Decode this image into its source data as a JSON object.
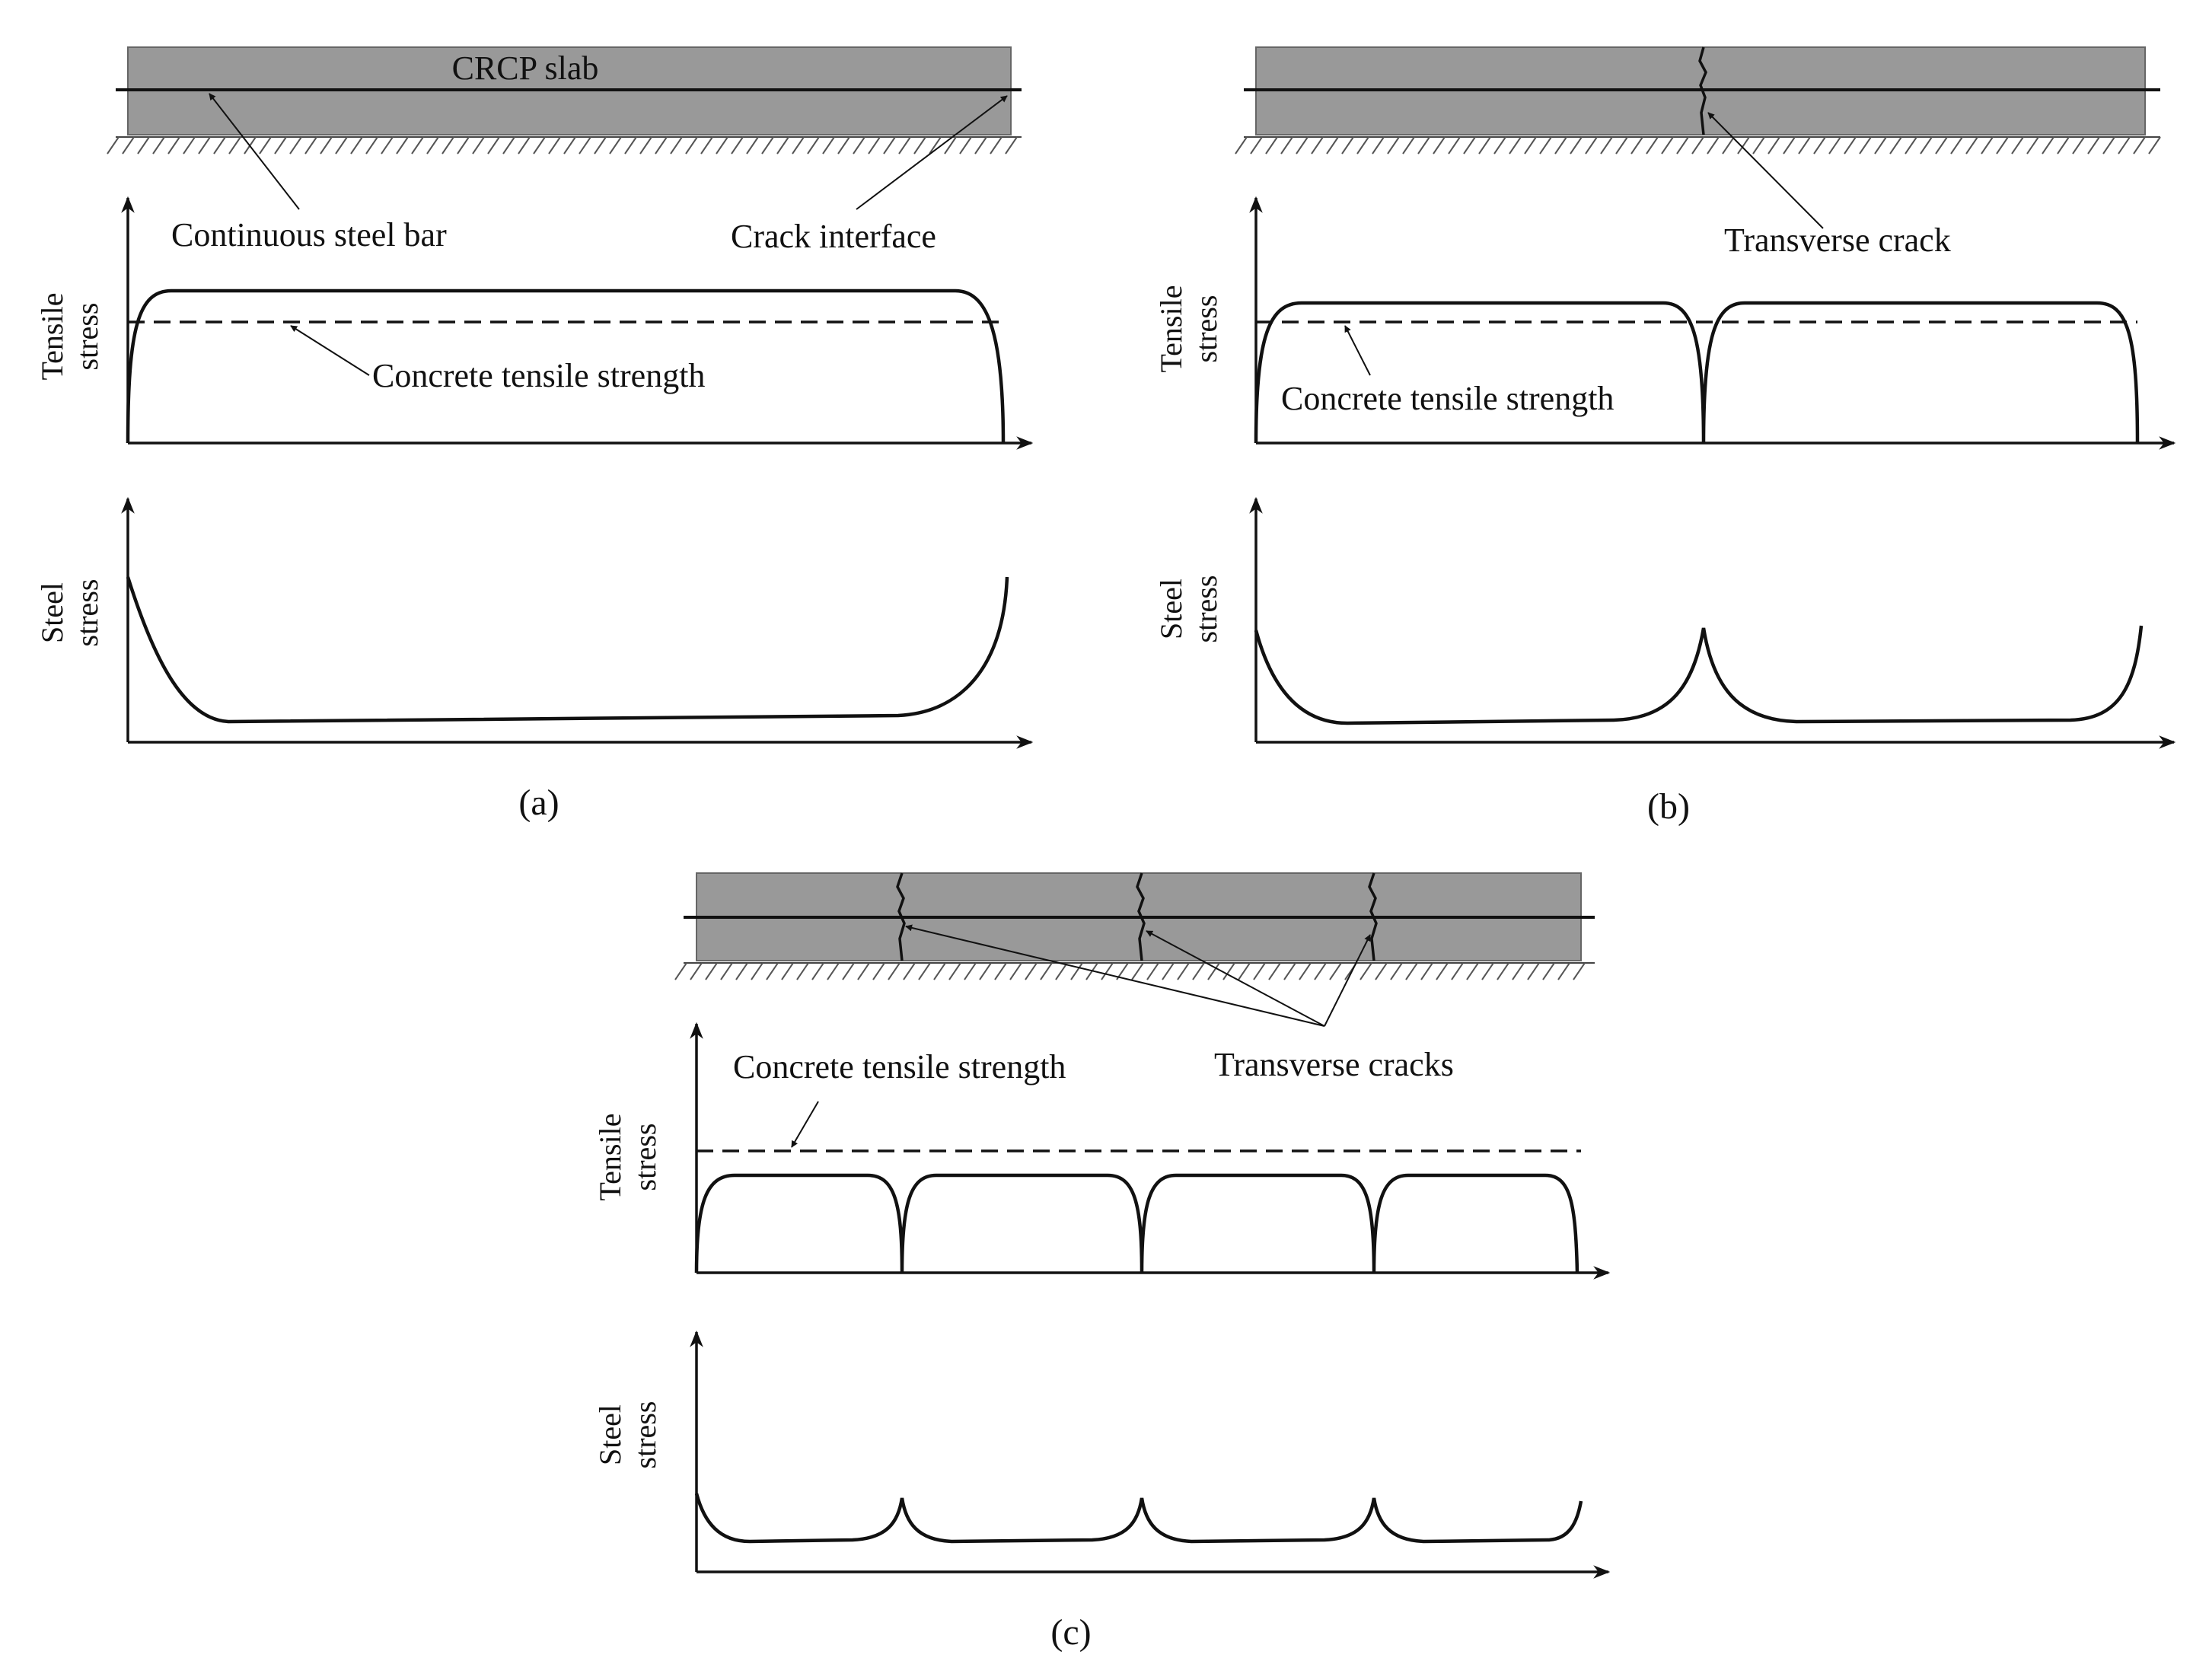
{
  "colors": {
    "slab": "#999999",
    "ink": "#111111",
    "background": "#ffffff"
  },
  "panels": [
    {
      "id": "a",
      "caption": "(a)",
      "cracks": 0,
      "labels": {
        "slab": "CRCP slab",
        "bar": "Continuous steel bar",
        "crack_interface": "Crack interface",
        "strength": "Concrete tensile strength",
        "tensile_axis": [
          "Tensile",
          "stress"
        ],
        "steel_axis": [
          "Steel",
          "stress"
        ]
      }
    },
    {
      "id": "b",
      "caption": "(b)",
      "cracks": 1,
      "labels": {
        "crack": "Transverse crack",
        "strength": "Concrete tensile strength",
        "tensile_axis": [
          "Tensile",
          "stress"
        ],
        "steel_axis": [
          "Steel",
          "stress"
        ]
      }
    },
    {
      "id": "c",
      "caption": "(c)",
      "cracks": 3,
      "labels": {
        "cracks": "Transverse cracks",
        "strength": "Concrete tensile strength",
        "tensile_axis": [
          "Tensile",
          "stress"
        ],
        "steel_axis": [
          "Steel",
          "stress"
        ]
      }
    }
  ]
}
